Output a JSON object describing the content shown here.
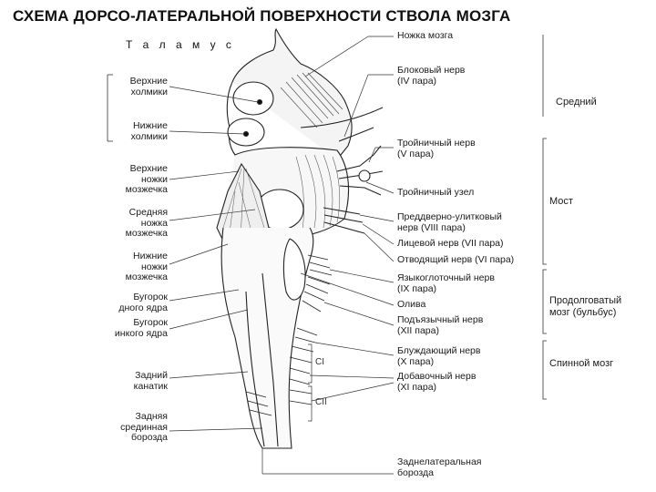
{
  "title": "СХЕМА ДОРСО-ЛАТЕРАЛЬНОЙ ПОВЕРХНОСТИ СТВОЛА МОЗГА",
  "thalamus": "Т а л а м у с",
  "left_labels": [
    {
      "lines": [
        "Верхние",
        "холмики"
      ]
    },
    {
      "lines": [
        "Нижние",
        "холмики"
      ]
    },
    {
      "lines": [
        "Верхние",
        "ножки",
        "мозжечка"
      ]
    },
    {
      "lines": [
        "Средняя",
        "ножка",
        "мозжечка"
      ]
    },
    {
      "lines": [
        "Нижние",
        "ножки",
        "мозжечка"
      ]
    },
    {
      "lines": [
        "Бугорок",
        "дного ядра"
      ]
    },
    {
      "lines": [
        "Бугорок",
        "инкого ядра"
      ]
    },
    {
      "lines": [
        "Задний",
        "канатик"
      ]
    },
    {
      "lines": [
        "Задняя",
        "срединная",
        "борозда"
      ]
    }
  ],
  "right_labels": [
    {
      "lines": [
        "Ножка мозга"
      ]
    },
    {
      "lines": [
        "Блоковый нерв",
        "(IV пара)"
      ]
    },
    {
      "lines": [
        "Тройничный нерв",
        "(V пара)"
      ]
    },
    {
      "lines": [
        "Тройничный узел"
      ]
    },
    {
      "lines": [
        "Преддверно-улитковый",
        "нерв (VIII пара)"
      ]
    },
    {
      "lines": [
        "Лицевой нерв (VII пара)"
      ]
    },
    {
      "lines": [
        "Отводящий нерв (VI пара)"
      ]
    },
    {
      "lines": [
        "Языкоглоточный нерв",
        "(IX пара)"
      ]
    },
    {
      "lines": [
        "Олива"
      ]
    },
    {
      "lines": [
        "Подъязычный нерв",
        "(XII пара)"
      ]
    },
    {
      "lines": [
        "Блуждающий нерв",
        "(X пара)"
      ]
    },
    {
      "lines": [
        "Добавочный нерв",
        "(XI пара)"
      ]
    }
  ],
  "bottom_label": {
    "lines": [
      "Заднелатеральная",
      "борозда"
    ]
  },
  "regions": [
    {
      "lines": [
        "Средний"
      ]
    },
    {
      "lines": [
        "Мост"
      ]
    },
    {
      "lines": [
        "Продолговатый",
        "мозг (бульбус)"
      ]
    },
    {
      "lines": [
        "Спинной мозг"
      ]
    }
  ],
  "segments": [
    "CI",
    "CII"
  ]
}
